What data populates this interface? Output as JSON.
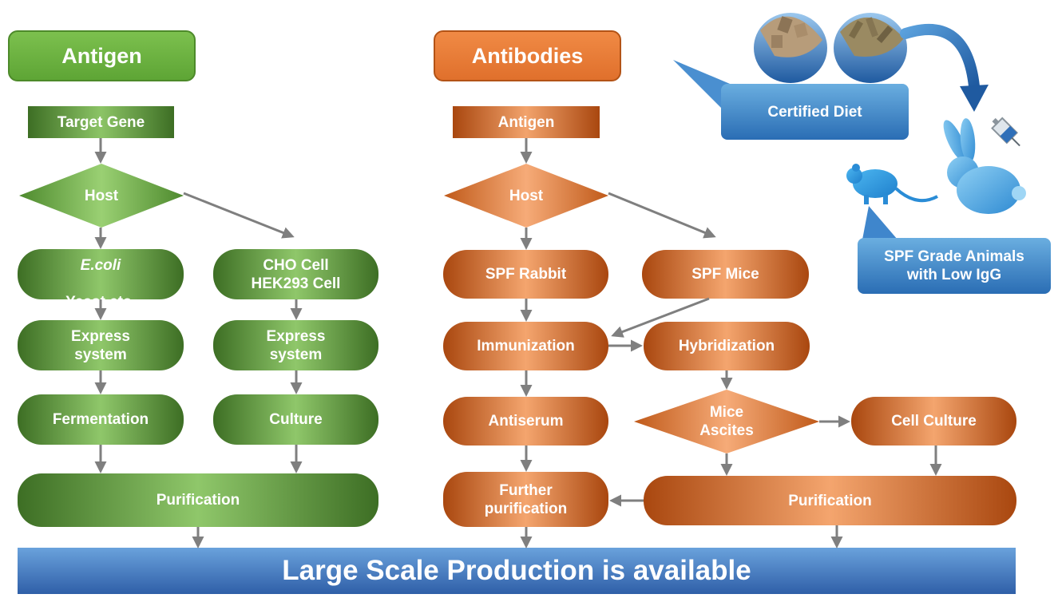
{
  "antigen": {
    "title": "Antigen",
    "target_gene": "Target Gene",
    "host": "Host",
    "left_hosts_italic": "E.coli",
    "left_hosts_rest": "Yeast etc.",
    "right_hosts": "CHO Cell\nHEK293 Cell",
    "express_left": "Express\nsystem",
    "express_right": "Express\nsystem",
    "fermentation": "Fermentation",
    "culture": "Culture",
    "purification": "Purification"
  },
  "antibodies": {
    "title": "Antibodies",
    "antigen": "Antigen",
    "host": "Host",
    "spf_rabbit": "SPF Rabbit",
    "spf_mice": "SPF Mice",
    "immunization": "Immunization",
    "hybridization": "Hybridization",
    "antiserum": "Antiserum",
    "mice_ascites": "Mice\nAscites",
    "cell_culture": "Cell Culture",
    "further_purification": "Further\npurification",
    "purification": "Purification"
  },
  "side": {
    "certified_diet": "Certified Diet",
    "spf_animals": "SPF Grade Animals\nwith Low IgG",
    "icons": [
      "pellet-capsule-icon",
      "pellet-capsule-icon",
      "curved-arrow-icon",
      "mouse-icon",
      "rabbit-icon",
      "syringe-icon"
    ]
  },
  "banner": "Large Scale Production is available",
  "colors": {
    "green": "#5ea535",
    "orange": "#e0702c",
    "blue": "#2f5fa8",
    "arrow": "#7f7f7f"
  }
}
